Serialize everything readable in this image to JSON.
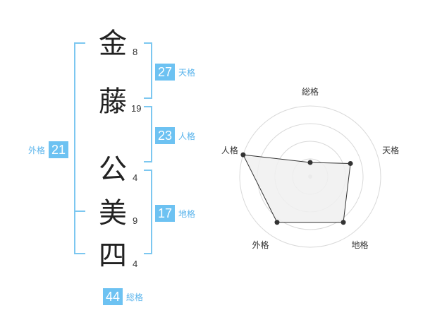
{
  "name": {
    "characters": [
      {
        "char": "金",
        "strokes": "8"
      },
      {
        "char": "藤",
        "strokes": "19"
      },
      {
        "char": "公",
        "strokes": "4"
      },
      {
        "char": "美",
        "strokes": "9"
      },
      {
        "char": "四",
        "strokes": "4"
      }
    ]
  },
  "fortunes": {
    "tenkaku": {
      "value": "27",
      "label": "天格"
    },
    "jinkaku": {
      "value": "23",
      "label": "人格"
    },
    "chikaku": {
      "value": "17",
      "label": "地格"
    },
    "gaikaku": {
      "value": "21",
      "label": "外格"
    },
    "soukaku": {
      "value": "44",
      "label": "総格"
    }
  },
  "colors": {
    "accent": "#6dc2f2",
    "bracket": "#7cc7f0",
    "radar_fill": "#f0f0f0"
  },
  "chart_data": {
    "type": "radar",
    "axes": [
      "総格",
      "天格",
      "地格",
      "外格",
      "人格"
    ],
    "values": [
      1,
      3,
      4,
      4,
      5
    ],
    "max": 5,
    "rings": 4
  }
}
